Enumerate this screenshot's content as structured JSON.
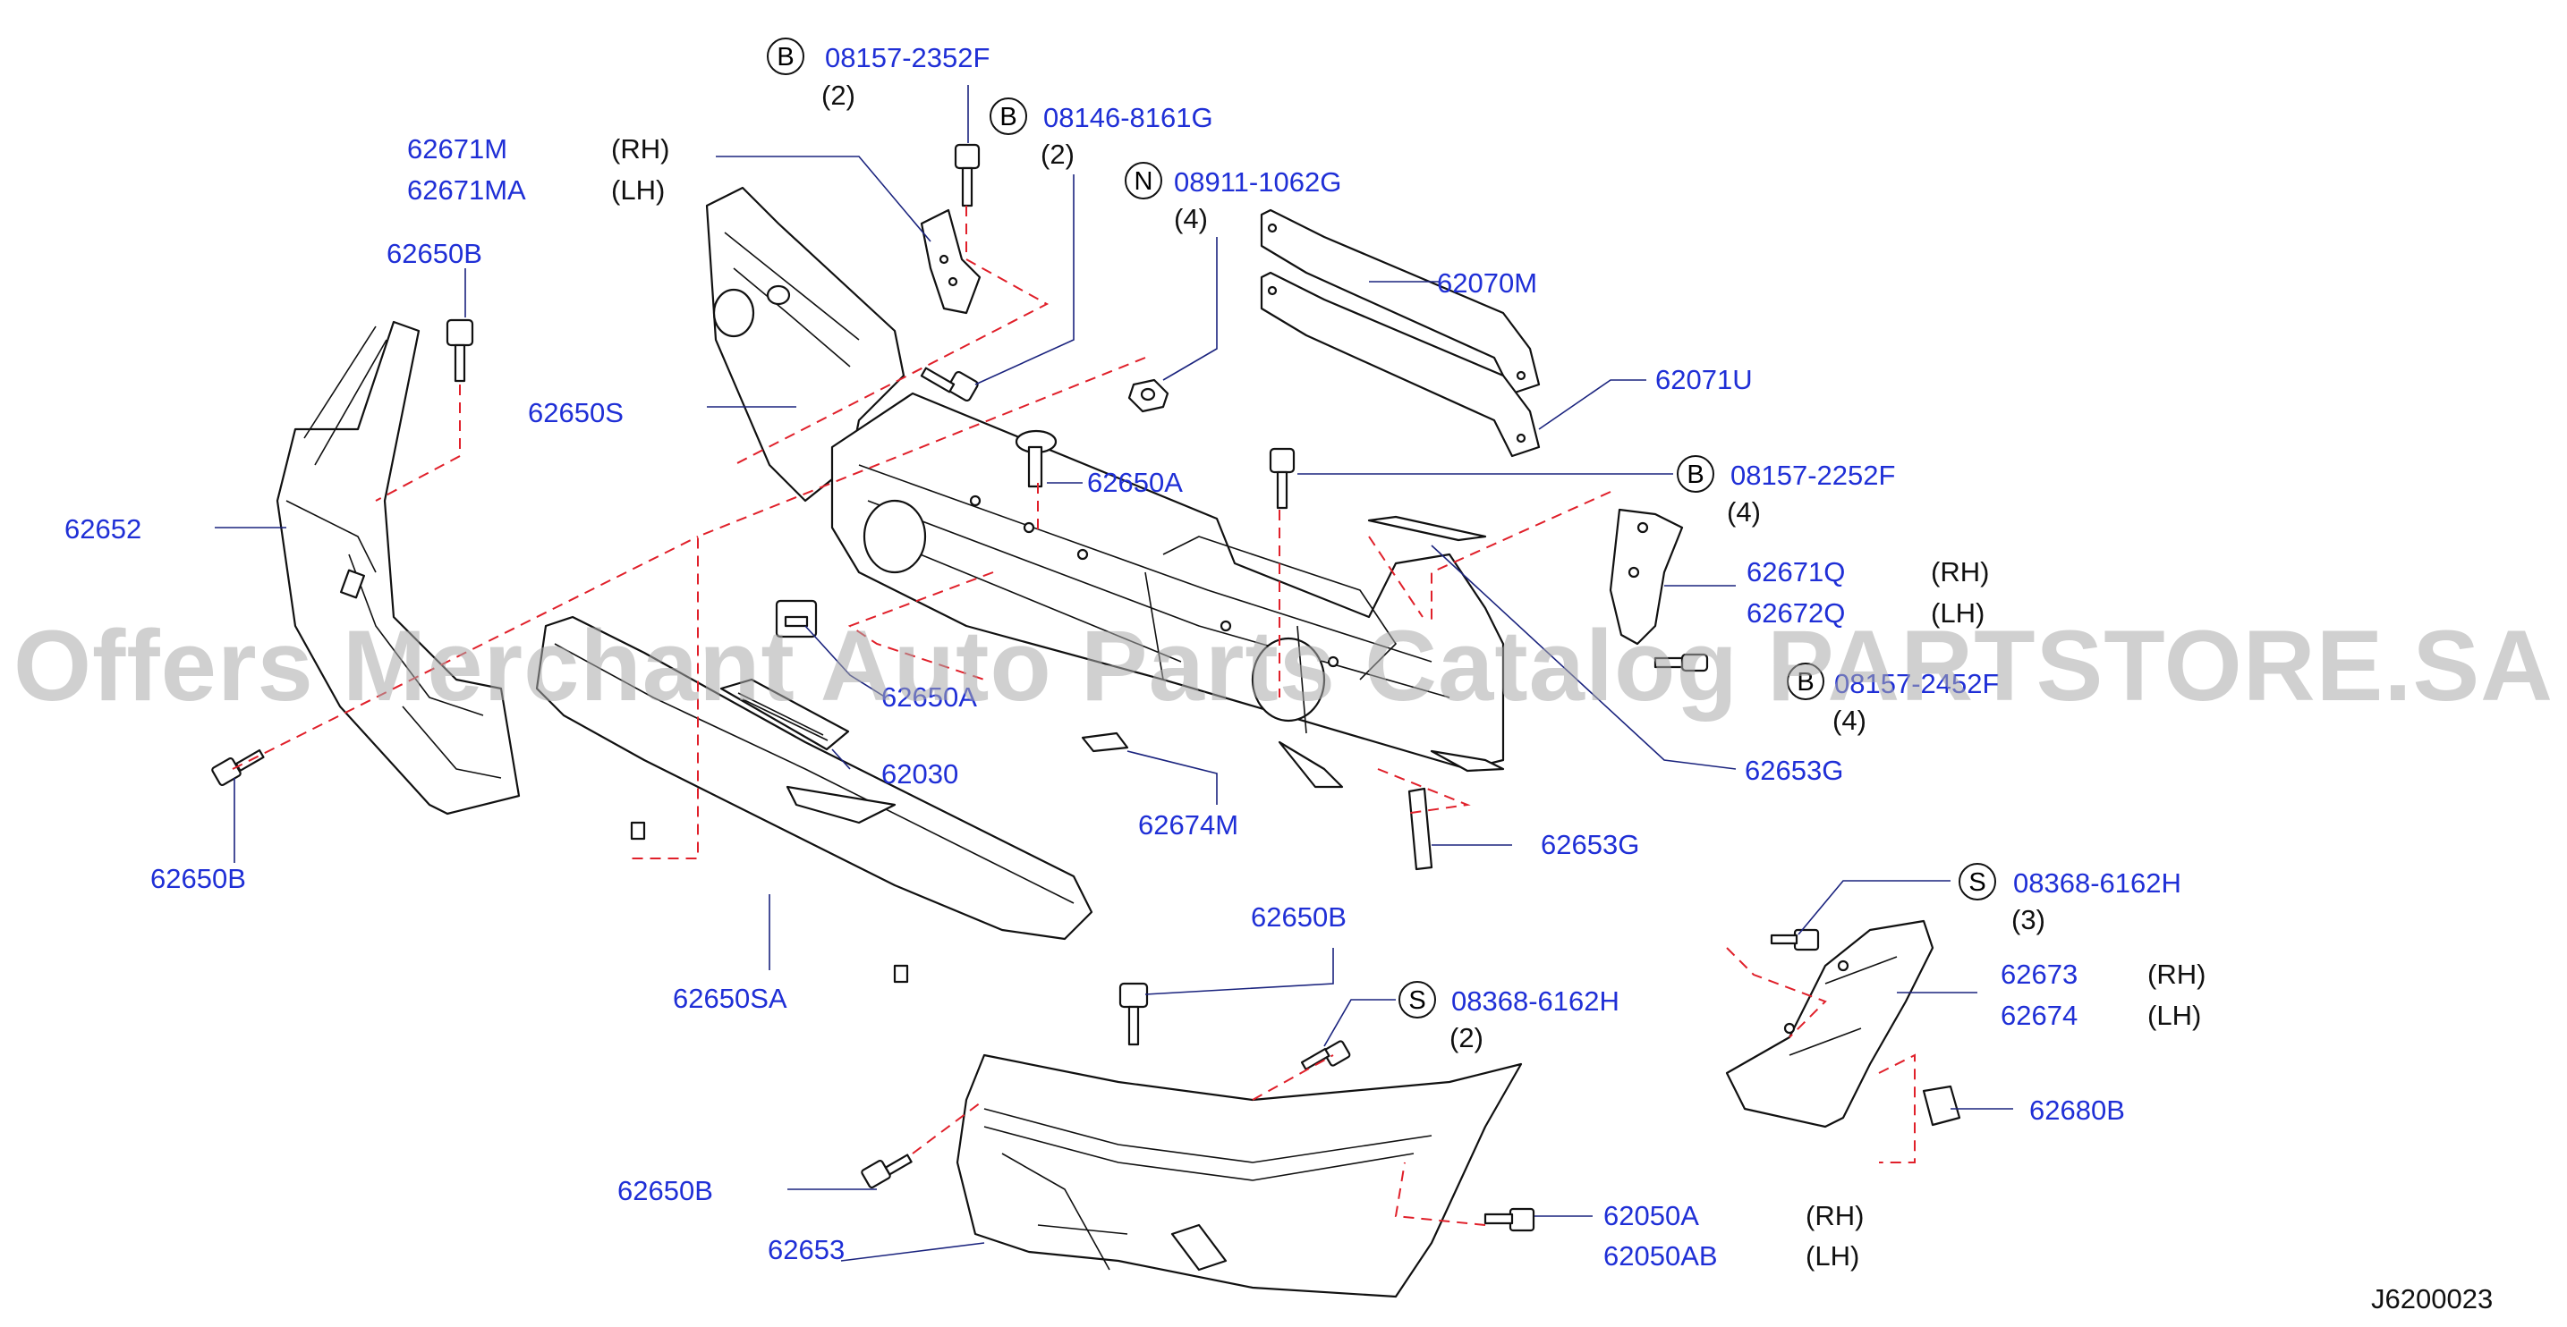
{
  "colors": {
    "part_number": "#1f2fd6",
    "note": "#111111",
    "leader": "#1a237e",
    "dashed": "#e0202a",
    "watermark": "#aaaaaa"
  },
  "watermark": "Offers Merchant Auto Parts Catalog PARTSTORE.SA",
  "diagram_code": "J6200023",
  "parts": {
    "p_08157_2352F": "08157-2352F",
    "q_08157_2352F": "(2)",
    "p_08146_8161G": "08146-8161G",
    "q_08146_8161G": "(2)",
    "p_08911_1062G": "08911-1062G",
    "q_08911_1062G": "(4)",
    "p_62671M": "62671M",
    "s_62671M": "(RH)",
    "p_62671MA": "62671MA",
    "s_62671MA": "(LH)",
    "p_62650B_top": "62650B",
    "p_62070M": "62070M",
    "p_62071U": "62071U",
    "p_62650S": "62650S",
    "p_08157_2252F": "08157-2252F",
    "q_08157_2252F": "(4)",
    "p_62650A": "62650A",
    "p_62652": "62652",
    "p_62671Q": "62671Q",
    "s_62671Q": "(RH)",
    "p_62672Q": "62672Q",
    "s_62672Q": "(LH)",
    "p_mid_obscured": "08157-2452F",
    "q_mid_obscured": "(4)",
    "p_6265_obscured": "62650A",
    "p_62030": "62030",
    "p_62653G_a": "62653G",
    "p_62674M": "62674M",
    "p_62653G_b": "62653G",
    "p_62650B_left": "62650B",
    "p_08368_6162H_a": "08368-6162H",
    "q_08368_6162H_a": "(3)",
    "p_62650B_mid": "62650B",
    "p_62673": "62673",
    "s_62673": "(RH)",
    "p_62674": "62674",
    "s_62674": "(LH)",
    "p_62650SA": "62650SA",
    "p_08368_6162H_b": "08368-6162H",
    "q_08368_6162H_b": "(2)",
    "p_62680B": "62680B",
    "p_62650B_bot": "62650B",
    "p_62050A": "62050A",
    "s_62050A": "(RH)",
    "p_62653": "62653",
    "p_62050AB": "62050AB",
    "s_62050AB": "(LH)"
  },
  "badges": {
    "b1": "B",
    "b2": "B",
    "n1": "N",
    "b3": "B",
    "b4": "B",
    "s1": "S",
    "s2": "S"
  }
}
